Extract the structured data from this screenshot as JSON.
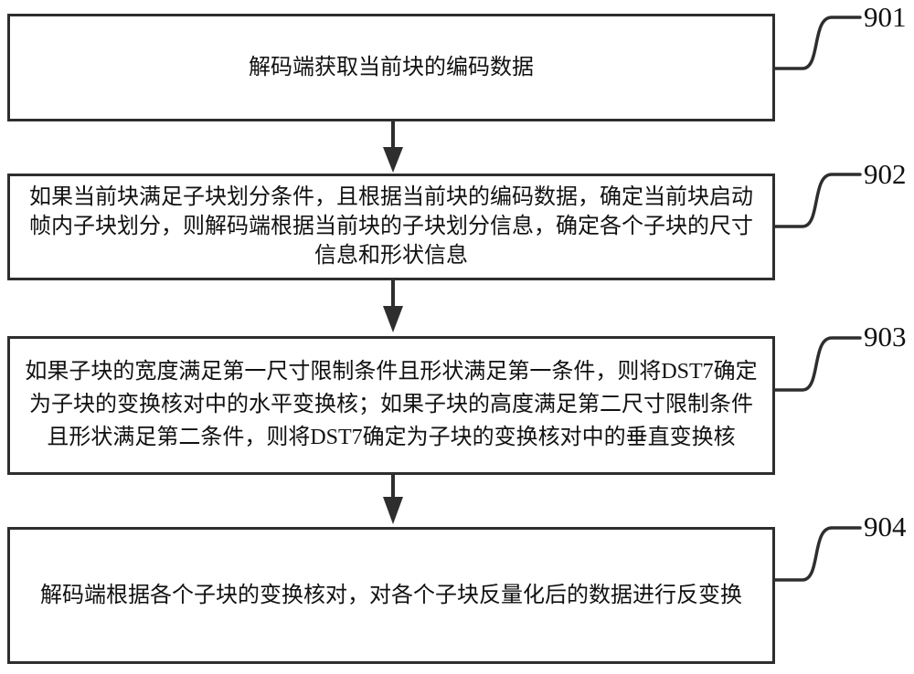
{
  "figure": {
    "colors": {
      "line": "#2e2e2e",
      "text": "#111111",
      "background": "#ffffff"
    },
    "steps": [
      {
        "ref": "901",
        "lines": [
          "解码端获取当前块的编码数据"
        ]
      },
      {
        "ref": "902",
        "lines": [
          "如果当前块满足子块划分条件，且根据当前块的编码数据，确定当前块启动",
          "帧内子块划分，则解码端根据当前块的子块划分信息，确定各个子块的尺寸",
          "信息和形状信息"
        ]
      },
      {
        "ref": "903",
        "lines": [
          "如果子块的宽度满足第一尺寸限制条件且形状满足第一条件，则将DST7确定",
          "为子块的变换核对中的水平变换核；如果子块的高度满足第二尺寸限制条件",
          "且形状满足第二条件，则将DST7确定为子块的变换核对中的垂直变换核"
        ]
      },
      {
        "ref": "904",
        "lines": [
          "解码端根据各个子块的变换核对，对各个子块反量化后的数据进行反变换"
        ]
      }
    ]
  }
}
